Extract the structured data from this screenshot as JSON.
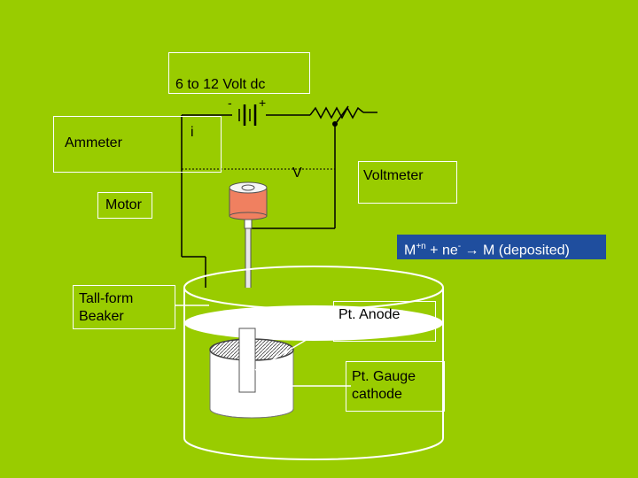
{
  "labels": {
    "power_supply": "6 to 12 Volt dc",
    "battery_minus": "-",
    "battery_plus": "+",
    "current_symbol": "i",
    "ammeter": "Ammeter",
    "voltage_symbol": "V",
    "voltmeter": "Voltmeter",
    "motor": "Motor",
    "beaker": "Tall-form\nBeaker",
    "anode": "Pt. Anode",
    "cathode": "Pt. Gauge\ncathode"
  },
  "equation": {
    "metal": "M",
    "charge": "+n",
    "plus": " + ne",
    "electron_charge": "-",
    "arrow": " → ",
    "product": "M (deposited)"
  },
  "colors": {
    "background": "#99cc00",
    "motor": "#f08060",
    "equation_box": "#1f4e9e"
  }
}
